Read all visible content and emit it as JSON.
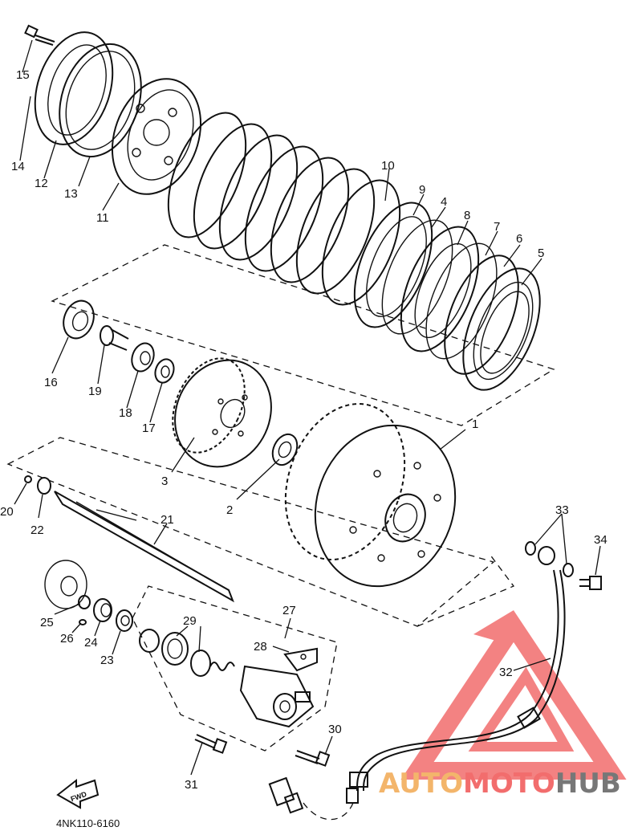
{
  "diagram": {
    "drawing_code": "4NK110-6160",
    "fwd_label": "FWD",
    "watermark": {
      "part1": "AUTO",
      "part2": "MOTO",
      "part3": "HUB",
      "color_red": "#f26d6d",
      "color_orange": "#f3b56b",
      "color_gray": "#777777"
    },
    "callouts": [
      "1",
      "2",
      "3",
      "4",
      "5",
      "6",
      "7",
      "8",
      "9",
      "10",
      "11",
      "12",
      "13",
      "14",
      "15",
      "16",
      "17",
      "18",
      "19",
      "20",
      "21",
      "22",
      "23",
      "24",
      "25",
      "26",
      "27",
      "28",
      "29",
      "30",
      "31",
      "32",
      "33",
      "34"
    ]
  }
}
